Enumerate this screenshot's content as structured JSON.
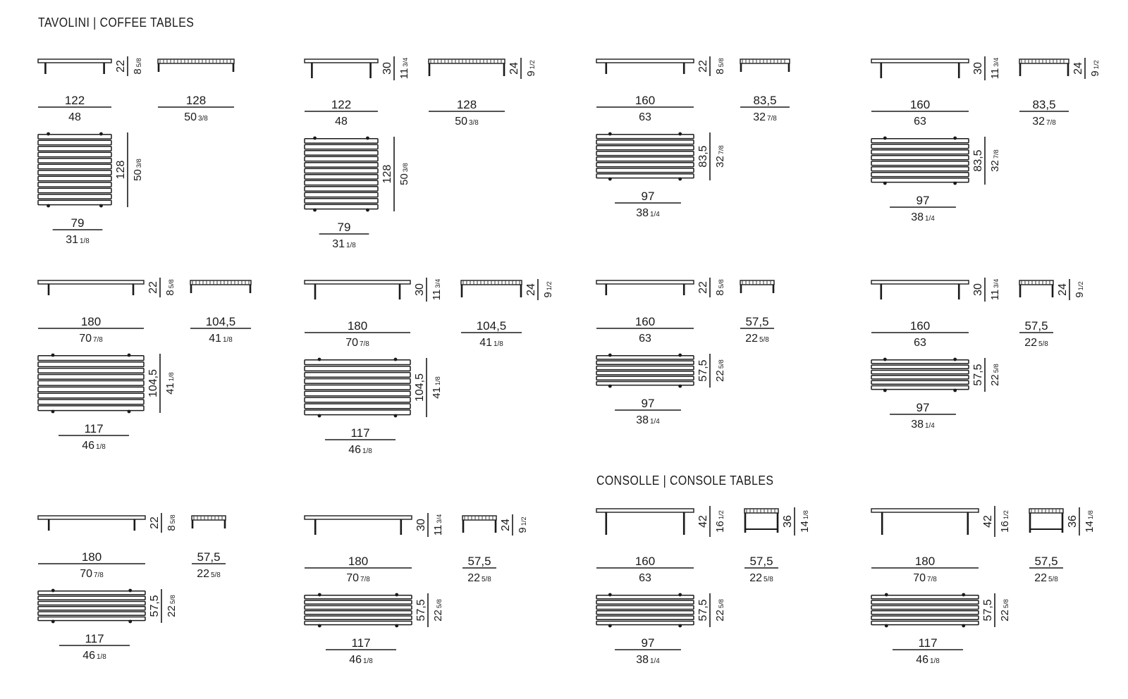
{
  "sections": {
    "coffee_title": "TAVOLINI | COFFEE TABLES",
    "console_title": "CONSOLLE | CONSOLE TABLES"
  },
  "colors": {
    "ink": "#1a1a1a",
    "hatch": "#3a3a3a"
  },
  "tables": [
    {
      "id": "ct-1",
      "kind": "coffee",
      "length": {
        "cm": "122",
        "in": "48"
      },
      "depth": {
        "cm": "128",
        "in": "50",
        "in_frac": "3/8"
      },
      "height": {
        "cm": "22",
        "in": "8",
        "in_frac": "5/8"
      },
      "side_length": {
        "cm": "128",
        "in": "50",
        "in_frac": "3/8"
      },
      "side_height": null,
      "plan_width": {
        "cm": "79",
        "in": "31",
        "in_frac": "1/8"
      },
      "plan_depth": {
        "cm": "128",
        "in": "50",
        "in_frac": "3/8"
      }
    },
    {
      "id": "ct-2",
      "kind": "coffee",
      "length": {
        "cm": "122",
        "in": "48"
      },
      "height": {
        "cm": "30",
        "in": "11",
        "in_frac": "3/4"
      },
      "side_length": {
        "cm": "128",
        "in": "50",
        "in_frac": "3/8"
      },
      "side_height": {
        "cm": "24",
        "in": "9",
        "in_frac": "1/2"
      },
      "plan_width": {
        "cm": "79",
        "in": "31",
        "in_frac": "1/8"
      },
      "plan_depth": {
        "cm": "128",
        "in": "50",
        "in_frac": "3/8"
      }
    },
    {
      "id": "ct-3",
      "kind": "coffee",
      "length": {
        "cm": "160",
        "in": "63"
      },
      "height": {
        "cm": "22",
        "in": "8",
        "in_frac": "5/8"
      },
      "side_length": {
        "cm": "83,5",
        "in": "32",
        "in_frac": "7/8"
      },
      "side_height": null,
      "plan_width": {
        "cm": "97",
        "in": "38",
        "in_frac": "1/4"
      },
      "plan_depth": {
        "cm": "83,5",
        "in": "32",
        "in_frac": "7/8"
      }
    },
    {
      "id": "ct-4",
      "kind": "coffee",
      "length": {
        "cm": "160",
        "in": "63"
      },
      "height": {
        "cm": "30",
        "in": "11",
        "in_frac": "3/4"
      },
      "side_length": {
        "cm": "83,5",
        "in": "32",
        "in_frac": "7/8"
      },
      "side_height": {
        "cm": "24",
        "in": "9",
        "in_frac": "1/2"
      },
      "plan_width": {
        "cm": "97",
        "in": "38",
        "in_frac": "1/4"
      },
      "plan_depth": {
        "cm": "83,5",
        "in": "32",
        "in_frac": "7/8"
      }
    },
    {
      "id": "ct-5",
      "kind": "coffee",
      "length": {
        "cm": "180",
        "in": "70",
        "in_frac": "7/8"
      },
      "height": {
        "cm": "22",
        "in": "8",
        "in_frac": "5/8"
      },
      "side_length": {
        "cm": "104,5",
        "in": "41",
        "in_frac": "1/8"
      },
      "side_height": null,
      "plan_width": {
        "cm": "117",
        "in": "46",
        "in_frac": "1/8"
      },
      "plan_depth": {
        "cm": "104,5",
        "in": "41",
        "in_frac": "1/8"
      }
    },
    {
      "id": "ct-6",
      "kind": "coffee",
      "length": {
        "cm": "180",
        "in": "70",
        "in_frac": "7/8"
      },
      "height": {
        "cm": "30",
        "in": "11",
        "in_frac": "3/4"
      },
      "side_length": {
        "cm": "104,5",
        "in": "41",
        "in_frac": "1/8"
      },
      "side_height": {
        "cm": "24",
        "in": "9",
        "in_frac": "1/2"
      },
      "plan_width": {
        "cm": "117",
        "in": "46",
        "in_frac": "1/8"
      },
      "plan_depth": {
        "cm": "104,5",
        "in": "41",
        "in_frac": "1/8"
      }
    },
    {
      "id": "ct-7",
      "kind": "coffee",
      "length": {
        "cm": "160",
        "in": "63"
      },
      "height": {
        "cm": "22",
        "in": "8",
        "in_frac": "5/8"
      },
      "side_length": {
        "cm": "57,5",
        "in": "22",
        "in_frac": "5/8"
      },
      "side_height": null,
      "plan_width": {
        "cm": "97",
        "in": "38",
        "in_frac": "1/4"
      },
      "plan_depth": {
        "cm": "57,5",
        "in": "22",
        "in_frac": "5/8"
      }
    },
    {
      "id": "ct-8",
      "kind": "coffee",
      "length": {
        "cm": "160",
        "in": "63"
      },
      "height": {
        "cm": "30",
        "in": "11",
        "in_frac": "3/4"
      },
      "side_length": {
        "cm": "57,5",
        "in": "22",
        "in_frac": "5/8"
      },
      "side_height": {
        "cm": "24",
        "in": "9",
        "in_frac": "1/2"
      },
      "plan_width": {
        "cm": "97",
        "in": "38",
        "in_frac": "1/4"
      },
      "plan_depth": {
        "cm": "57,5",
        "in": "22",
        "in_frac": "5/8"
      }
    },
    {
      "id": "ct-9",
      "kind": "coffee",
      "length": {
        "cm": "180",
        "in": "70",
        "in_frac": "7/8"
      },
      "height": {
        "cm": "22",
        "in": "8",
        "in_frac": "5/8"
      },
      "side_length": {
        "cm": "57,5",
        "in": "22",
        "in_frac": "5/8"
      },
      "side_height": null,
      "plan_width": {
        "cm": "117",
        "in": "46",
        "in_frac": "1/8"
      },
      "plan_depth": {
        "cm": "57,5",
        "in": "22",
        "in_frac": "5/8"
      }
    },
    {
      "id": "ct-10",
      "kind": "coffee",
      "length": {
        "cm": "180",
        "in": "70",
        "in_frac": "7/8"
      },
      "height": {
        "cm": "30",
        "in": "11",
        "in_frac": "3/4"
      },
      "side_length": {
        "cm": "57,5",
        "in": "22",
        "in_frac": "5/8"
      },
      "side_height": {
        "cm": "24",
        "in": "9",
        "in_frac": "1/2"
      },
      "plan_width": {
        "cm": "117",
        "in": "46",
        "in_frac": "1/8"
      },
      "plan_depth": {
        "cm": "57,5",
        "in": "22",
        "in_frac": "5/8"
      }
    },
    {
      "id": "cs-1",
      "kind": "console",
      "length": {
        "cm": "160",
        "in": "63"
      },
      "height": {
        "cm": "42",
        "in": "16",
        "in_frac": "1/2"
      },
      "side_length": {
        "cm": "57,5",
        "in": "22",
        "in_frac": "5/8"
      },
      "side_height": {
        "cm": "36",
        "in": "14",
        "in_frac": "1/8"
      },
      "plan_width": {
        "cm": "97",
        "in": "38",
        "in_frac": "1/4"
      },
      "plan_depth": {
        "cm": "57,5",
        "in": "22",
        "in_frac": "5/8"
      }
    },
    {
      "id": "cs-2",
      "kind": "console",
      "length": {
        "cm": "180",
        "in": "70",
        "in_frac": "7/8"
      },
      "height": {
        "cm": "42",
        "in": "16",
        "in_frac": "1/2"
      },
      "side_length": {
        "cm": "57,5",
        "in": "22",
        "in_frac": "5/8"
      },
      "side_height": {
        "cm": "36",
        "in": "14",
        "in_frac": "1/8"
      },
      "plan_width": {
        "cm": "117",
        "in": "46",
        "in_frac": "1/8"
      },
      "plan_depth": {
        "cm": "57,5",
        "in": "22",
        "in_frac": "5/8"
      }
    }
  ]
}
